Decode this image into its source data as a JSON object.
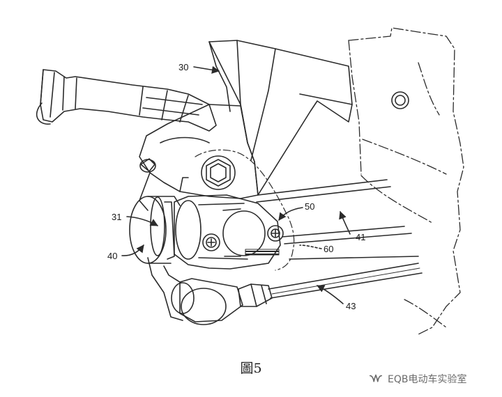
{
  "figure": {
    "caption": "圖5",
    "labels": {
      "l30": "30",
      "l31": "31",
      "l40": "40",
      "l41": "41",
      "l43": "43",
      "l50": "50",
      "l60": "60"
    }
  },
  "watermark": {
    "text": "EQB电动车实验室",
    "icon": "wechat-channel-icon"
  },
  "colors": {
    "line": "#2b2b2b",
    "background": "#ffffff",
    "watermark": "#6a6a6a"
  }
}
